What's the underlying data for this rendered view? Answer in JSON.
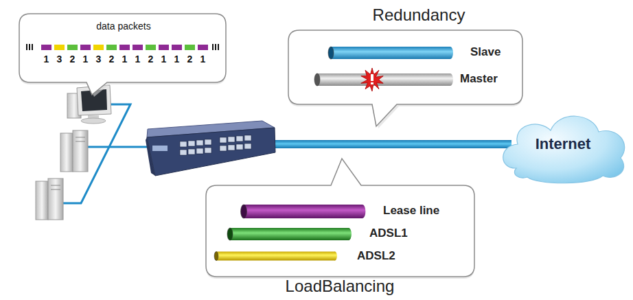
{
  "diagram": {
    "nodes": [
      {
        "text": [
          "data packets",
          "1",
          "3",
          "2",
          "1",
          "3",
          "2",
          "1",
          "1",
          "2",
          "1",
          "1",
          "2",
          "1"
        ]
      },
      {
        "text": [
          "Redundancy",
          "Slave",
          "Master"
        ]
      },
      {
        "text": [
          "Internet"
        ]
      },
      {
        "text": [
          "LoadBalancing",
          "Lease line",
          "ADSL1",
          "ADSL2"
        ]
      }
    ]
  }
}
